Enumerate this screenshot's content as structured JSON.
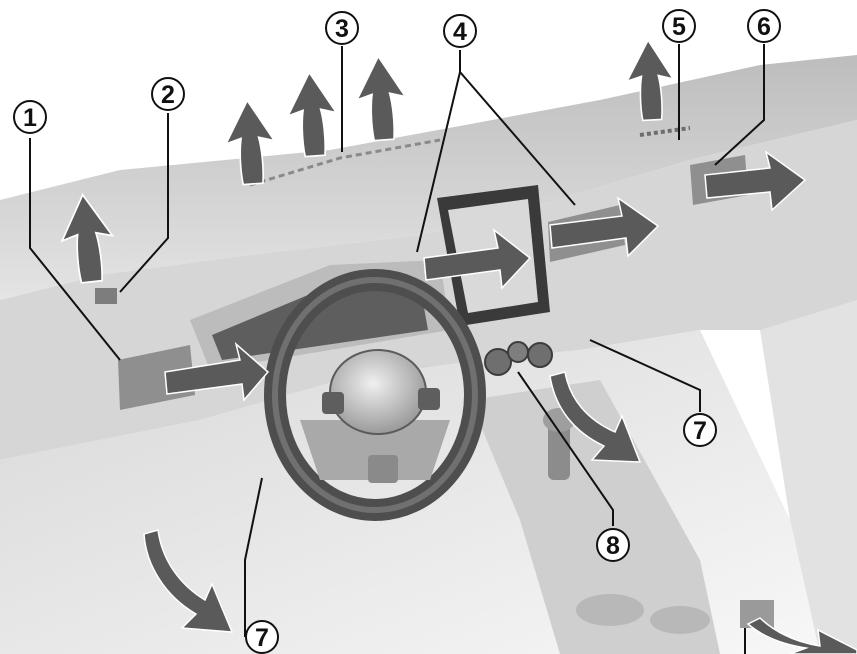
{
  "callouts": [
    {
      "id": "c1",
      "label": "1"
    },
    {
      "id": "c2",
      "label": "2"
    },
    {
      "id": "c3",
      "label": "3"
    },
    {
      "id": "c4",
      "label": "4"
    },
    {
      "id": "c5",
      "label": "5"
    },
    {
      "id": "c6",
      "label": "6"
    },
    {
      "id": "c7a",
      "label": "7"
    },
    {
      "id": "c7b",
      "label": "7"
    },
    {
      "id": "c8",
      "label": "8"
    }
  ],
  "colors": {
    "arrow": "#5a5a5a",
    "callout_stroke": "#111111",
    "dashboard": "#c9c9c9",
    "background": "#ffffff"
  }
}
